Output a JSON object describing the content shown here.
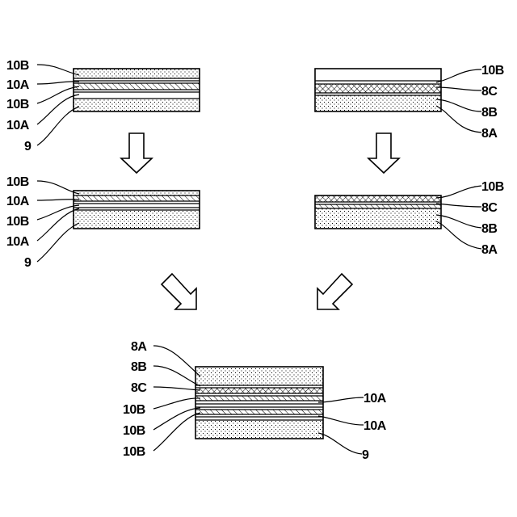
{
  "panels": {
    "top_left": {
      "labels": [
        "10B",
        "10A",
        "10B",
        "10A",
        "9"
      ]
    },
    "top_right": {
      "labels": [
        "10B",
        "8C",
        "8B",
        "8A"
      ]
    },
    "mid_left": {
      "labels": [
        "10B",
        "10A",
        "10B",
        "10A",
        "9"
      ]
    },
    "mid_right": {
      "labels": [
        "10B",
        "8C",
        "8B",
        "8A"
      ]
    },
    "bottom": {
      "left_labels": [
        "8A",
        "8B",
        "8C",
        "10B",
        "10B",
        "10B"
      ],
      "right_labels": [
        "10A",
        "10A",
        "9"
      ]
    }
  }
}
